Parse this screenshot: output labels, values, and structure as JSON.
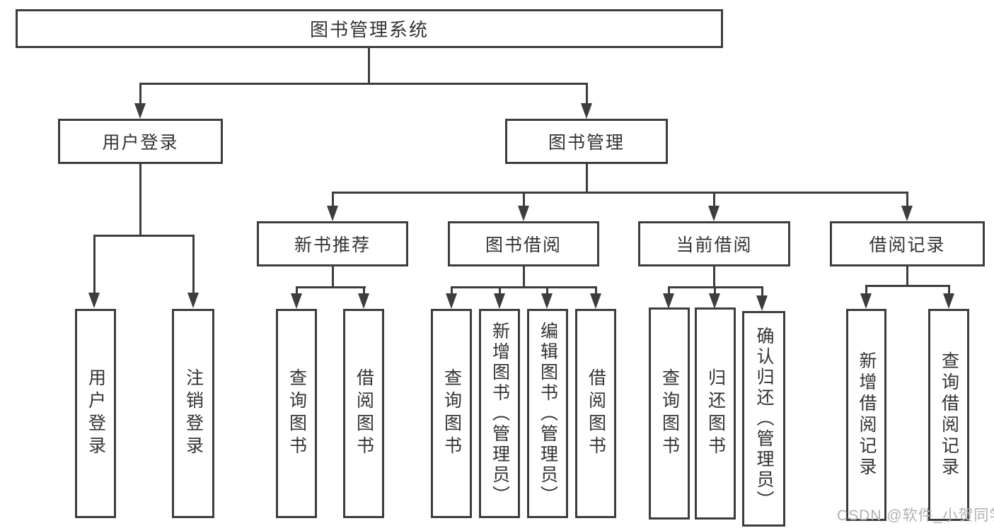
{
  "watermark": "CSDN @软件_小贺同学",
  "colors": {
    "line": "#3d3d3d",
    "node_border": "#3d3d3d",
    "node_text": "#333333",
    "watermark_text": "#b0b0b0",
    "background": "#ffffff"
  },
  "tree": {
    "label": "图书管理系统",
    "children": [
      {
        "label": "用户登录",
        "children": [
          {
            "label": "用户登录"
          },
          {
            "label": "注销登录"
          }
        ]
      },
      {
        "label": "图书管理",
        "children": [
          {
            "label": "新书推荐",
            "children": [
              {
                "label": "查询图书"
              },
              {
                "label": "借阅图书"
              }
            ]
          },
          {
            "label": "图书借阅",
            "children": [
              {
                "label": "查询图书"
              },
              {
                "label": "新增图书（管理员）"
              },
              {
                "label": "编辑图书（管理员）"
              },
              {
                "label": "借阅图书"
              }
            ]
          },
          {
            "label": "当前借阅",
            "children": [
              {
                "label": "查询图书"
              },
              {
                "label": "归还图书"
              },
              {
                "label": "确认归还（管理员）"
              }
            ]
          },
          {
            "label": "借阅记录",
            "children": [
              {
                "label": "新增借阅记录"
              },
              {
                "label": "查询借阅记录"
              }
            ]
          }
        ]
      }
    ]
  }
}
